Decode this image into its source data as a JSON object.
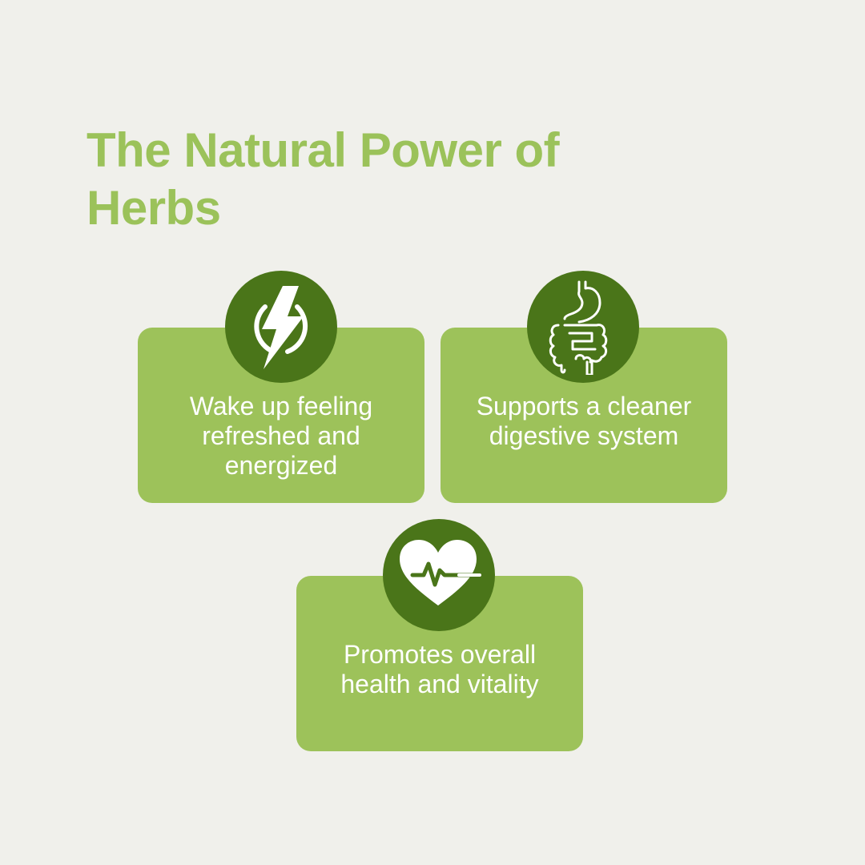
{
  "title": "The Natural Power of Herbs",
  "colors": {
    "background": "#f0f0eb",
    "title": "#9bc25a",
    "card": "#9dc25a",
    "icon_circle": "#4a7519",
    "text": "#ffffff"
  },
  "benefits": [
    {
      "icon": "lightning-power-icon",
      "text": "Wake up feeling refreshed and energized"
    },
    {
      "icon": "digestive-system-icon",
      "text": "Supports a cleaner digestive system"
    },
    {
      "icon": "heart-pulse-icon",
      "text": "Promotes overall health and vitality"
    }
  ]
}
